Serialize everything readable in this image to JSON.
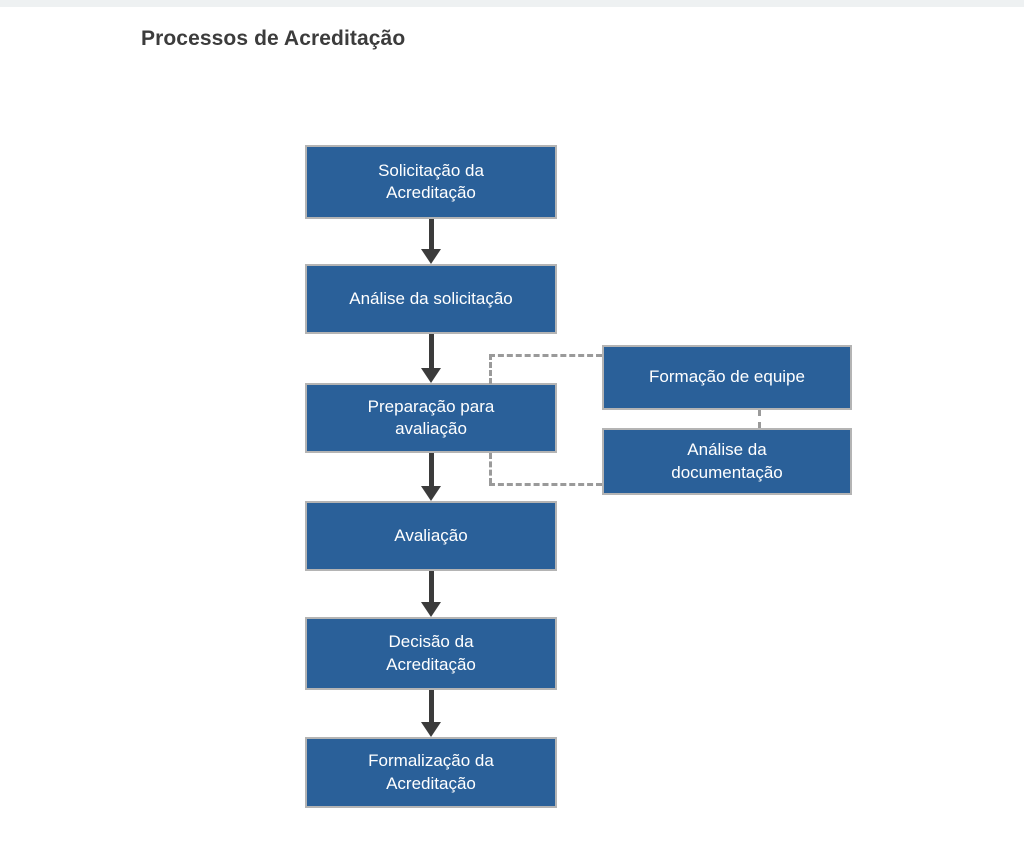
{
  "page": {
    "title": "Processos de Acreditação",
    "background_color": "#ffffff",
    "top_strip_color": "#eef1f2",
    "title_color": "#3c3c3c"
  },
  "diagram": {
    "node_fill_color": "#2a6099",
    "node_border_color": "#b4b4b4",
    "node_text_color": "#ffffff",
    "arrow_color": "#3b3b3b",
    "dashed_connector_color": "#9a9a9a",
    "main_flow": [
      {
        "id": "solicitacao",
        "label": "Solicitação da\nAcreditação"
      },
      {
        "id": "analise-solicitacao",
        "label": "Análise da solicitação"
      },
      {
        "id": "preparacao",
        "label": "Preparação para\navaliação"
      },
      {
        "id": "avaliacao",
        "label": "Avaliação"
      },
      {
        "id": "decisao",
        "label": "Decisão da\nAcreditação"
      },
      {
        "id": "formalizacao",
        "label": "Formalização da\nAcreditação"
      }
    ],
    "side_nodes": [
      {
        "id": "formacao-equipe",
        "label": "Formação de equipe"
      },
      {
        "id": "analise-documentacao",
        "label": "Análise da\ndocumentação"
      }
    ]
  }
}
